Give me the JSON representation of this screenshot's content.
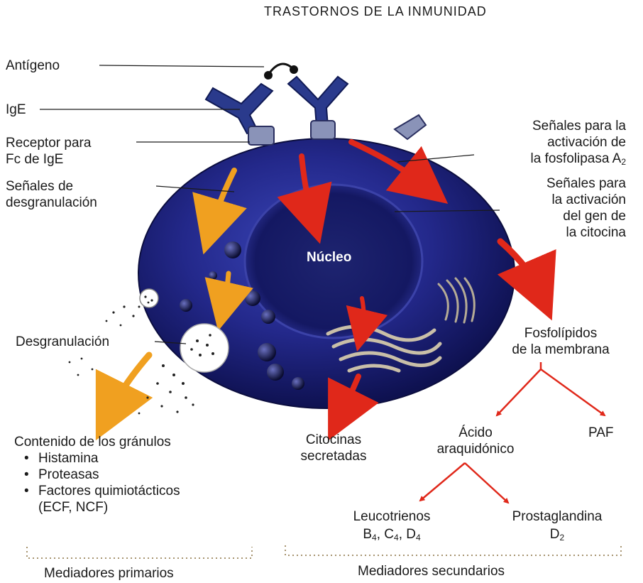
{
  "title": "TRASTORNOS DE LA INMUNIDAD",
  "left_labels": {
    "antigen": "Antígeno",
    "ige": "IgE",
    "receptor_1": "Receptor para",
    "receptor_2": "Fc de IgE",
    "degran_signals_1": "Señales de",
    "degran_signals_2": "desgranulación",
    "degranulation": "Desgranulación"
  },
  "right_labels": {
    "pla2_1": "Señales para la",
    "pla2_2": "activación de",
    "pla2_3": "la fosfolipasa A",
    "pla2_sub": "2",
    "gene_1": "Señales para",
    "gene_2": "la activación",
    "gene_3": "del gen de",
    "gene_4": "la citocina"
  },
  "nucleus": "Núcleo",
  "membrane_phospholipids_1": "Fosfolípidos",
  "membrane_phospholipids_2": "de la membrana",
  "arachidonic_1": "Ácido",
  "arachidonic_2": "araquidónico",
  "paf": "PAF",
  "leuko_1": "Leucotrienos",
  "leuko_2": "B",
  "leuko_2_sub_b": "4",
  "leuko_2_c": ", C",
  "leuko_2_sub_c": "4",
  "leuko_2_d": ", D",
  "leuko_2_sub_d": "4",
  "prosta_1": "Prostaglandina",
  "prosta_2": "D",
  "prosta_sub": "2",
  "cytokines_1": "Citocinas",
  "cytokines_2": "secretadas",
  "granule_content": {
    "title": "Contenido de los gránulos",
    "items": [
      "Histamina",
      "Proteasas",
      "Factores quimiotácticos"
    ],
    "extra": "(ECF, NCF)"
  },
  "primary_mediators": "Mediadores primarios",
  "secondary_mediators": "Mediadores secundarios",
  "colors": {
    "cell": "#1c1f6e",
    "antibody": "#2a3a8c",
    "red_arrow": "#e0281a",
    "orange_arrow": "#f0a020"
  }
}
